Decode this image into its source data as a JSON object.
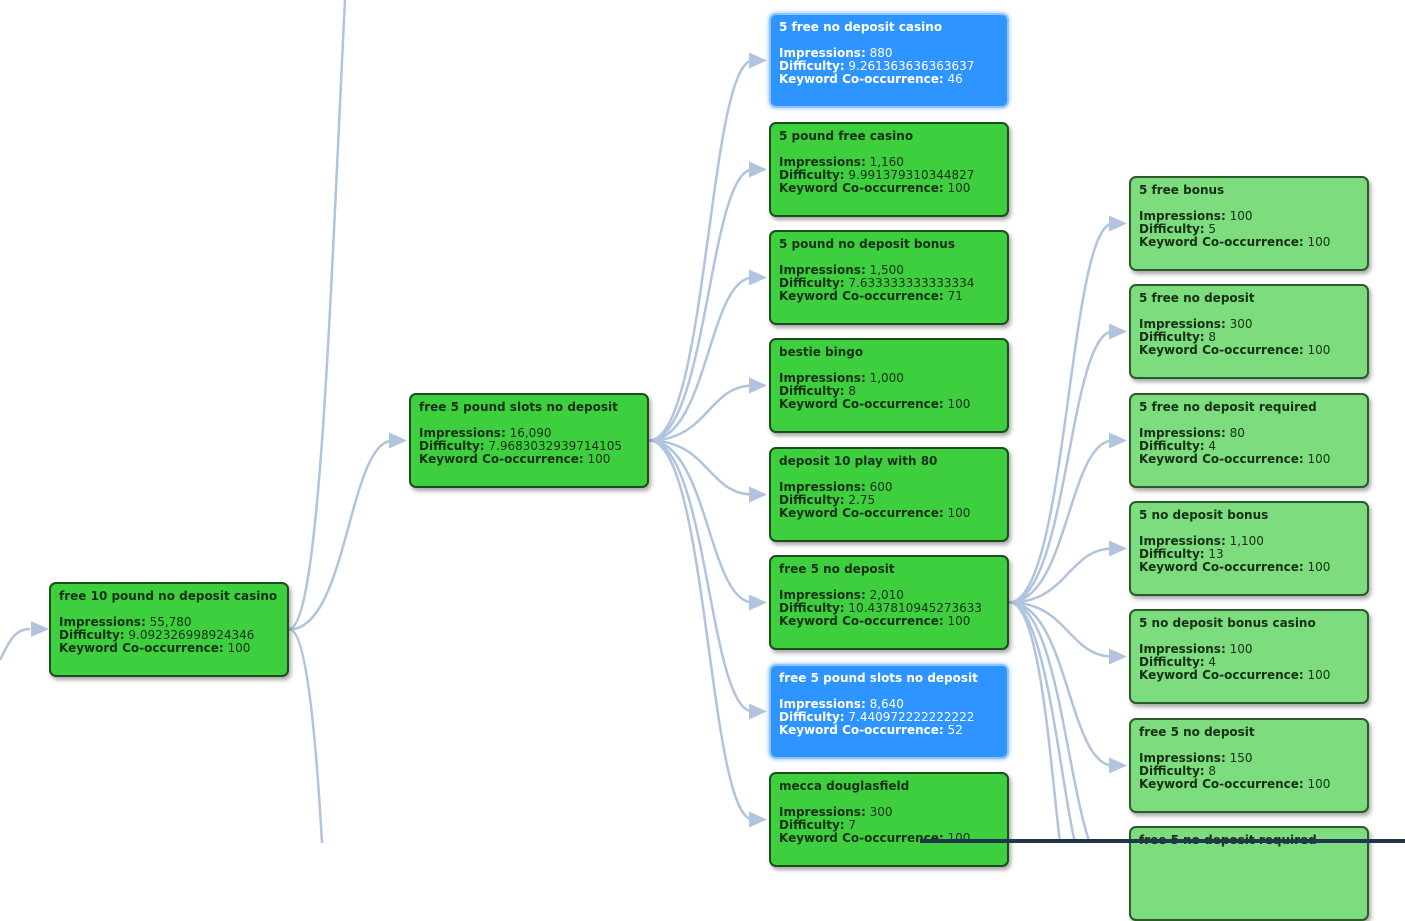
{
  "labels": {
    "impressions": "Impressions:",
    "difficulty": "Difficulty:",
    "cooccurrence": "Keyword Co-occurrence:"
  },
  "colors": {
    "node_green": "#3ecf3e",
    "node_light_green": "#7ddc7d",
    "node_selected_blue": "#2e94ff",
    "link": "#b0c4de"
  },
  "nodes": [
    {
      "id": "n0",
      "title": "free 10 pound no deposit casino",
      "impressions": "55,780",
      "difficulty": "9.092326998924346",
      "cooccurrence": "100",
      "level": 0,
      "selected": false
    },
    {
      "id": "n1",
      "title": "free 5 pound slots no deposit",
      "impressions": "16,090",
      "difficulty": "7.9683032939714105",
      "cooccurrence": "100",
      "level": 1,
      "selected": false
    },
    {
      "id": "n2",
      "title": "5 free no deposit casino",
      "impressions": "880",
      "difficulty": "9.261363636363637",
      "cooccurrence": "46",
      "level": 2,
      "selected": true
    },
    {
      "id": "n3",
      "title": "5 pound free casino",
      "impressions": "1,160",
      "difficulty": "9.991379310344827",
      "cooccurrence": "100",
      "level": 2,
      "selected": false
    },
    {
      "id": "n4",
      "title": "5 pound no deposit bonus",
      "impressions": "1,500",
      "difficulty": "7.633333333333334",
      "cooccurrence": "71",
      "level": 2,
      "selected": false
    },
    {
      "id": "n5",
      "title": "bestie bingo",
      "impressions": "1,000",
      "difficulty": "8",
      "cooccurrence": "100",
      "level": 2,
      "selected": false
    },
    {
      "id": "n6",
      "title": "deposit 10 play with 80",
      "impressions": "600",
      "difficulty": "2.75",
      "cooccurrence": "100",
      "level": 2,
      "selected": false
    },
    {
      "id": "n7",
      "title": "free 5 no deposit",
      "impressions": "2,010",
      "difficulty": "10.437810945273633",
      "cooccurrence": "100",
      "level": 2,
      "selected": false
    },
    {
      "id": "n8",
      "title": "free 5 pound slots no deposit",
      "impressions": "8,640",
      "difficulty": "7.440972222222222",
      "cooccurrence": "52",
      "level": 2,
      "selected": true
    },
    {
      "id": "n9",
      "title": "mecca douglasfield",
      "impressions": "300",
      "difficulty": "7",
      "cooccurrence": "100",
      "level": 2,
      "selected": false
    },
    {
      "id": "n10",
      "title": "5 free bonus",
      "impressions": "100",
      "difficulty": "5",
      "cooccurrence": "100",
      "level": 3,
      "selected": false
    },
    {
      "id": "n11",
      "title": "5 free no deposit",
      "impressions": "300",
      "difficulty": "8",
      "cooccurrence": "100",
      "level": 3,
      "selected": false
    },
    {
      "id": "n12",
      "title": "5 free no deposit required",
      "impressions": "80",
      "difficulty": "4",
      "cooccurrence": "100",
      "level": 3,
      "selected": false
    },
    {
      "id": "n13",
      "title": "5 no deposit bonus",
      "impressions": "1,100",
      "difficulty": "13",
      "cooccurrence": "100",
      "level": 3,
      "selected": false
    },
    {
      "id": "n14",
      "title": "5 no deposit bonus casino",
      "impressions": "100",
      "difficulty": "4",
      "cooccurrence": "100",
      "level": 3,
      "selected": false
    },
    {
      "id": "n15",
      "title": "free 5 no deposit",
      "impressions": "150",
      "difficulty": "8",
      "cooccurrence": "100",
      "level": 3,
      "selected": false
    },
    {
      "id": "n16",
      "title": "free 5 no deposit required",
      "impressions": "",
      "difficulty": "",
      "cooccurrence": "",
      "level": 3,
      "selected": false
    }
  ],
  "links": [
    [
      "n0",
      "n1"
    ],
    [
      "n1",
      "n2"
    ],
    [
      "n1",
      "n3"
    ],
    [
      "n1",
      "n4"
    ],
    [
      "n1",
      "n5"
    ],
    [
      "n1",
      "n6"
    ],
    [
      "n1",
      "n7"
    ],
    [
      "n1",
      "n8"
    ],
    [
      "n1",
      "n9"
    ],
    [
      "n7",
      "n10"
    ],
    [
      "n7",
      "n11"
    ],
    [
      "n7",
      "n12"
    ],
    [
      "n7",
      "n13"
    ],
    [
      "n7",
      "n14"
    ],
    [
      "n7",
      "n15"
    ],
    [
      "n7",
      "n16"
    ]
  ]
}
